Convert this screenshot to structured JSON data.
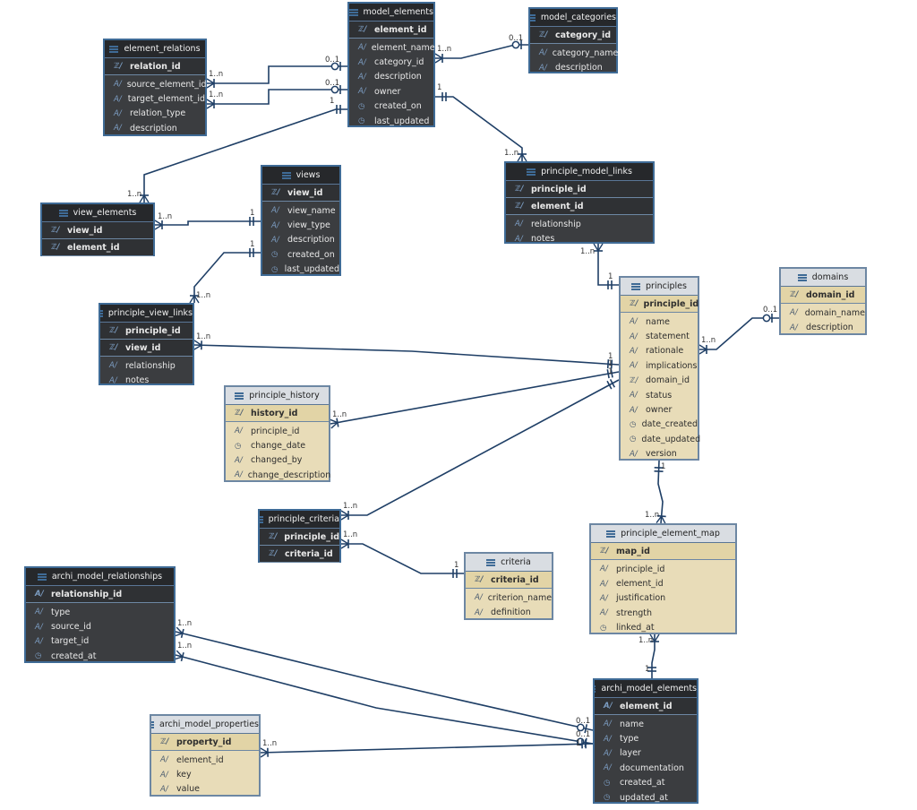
{
  "entities": [
    {
      "key": "model_elements",
      "title": "model_elements",
      "theme": "dark",
      "pk": {
        "glyph": "ℤ/",
        "label": "element_id"
      },
      "fields": [
        {
          "glyph": "A/",
          "label": "element_name"
        },
        {
          "glyph": "A/",
          "label": "category_id"
        },
        {
          "glyph": "A/",
          "label": "description"
        },
        {
          "glyph": "A/",
          "label": "owner"
        },
        {
          "glyph": "◷",
          "label": "created_on"
        },
        {
          "glyph": "◷",
          "label": "last_updated"
        }
      ]
    },
    {
      "key": "model_categories",
      "title": "model_categories",
      "theme": "dark",
      "pk": {
        "glyph": "ℤ/",
        "label": "category_id"
      },
      "fields": [
        {
          "glyph": "A/",
          "label": "category_name"
        },
        {
          "glyph": "A/",
          "label": "description"
        }
      ]
    },
    {
      "key": "element_relations",
      "title": "element_relations",
      "theme": "dark",
      "pk": {
        "glyph": "ℤ/",
        "label": "relation_id"
      },
      "fields": [
        {
          "glyph": "A/",
          "label": "source_element_id"
        },
        {
          "glyph": "A/",
          "label": "target_element_id"
        },
        {
          "glyph": "A/",
          "label": "relation_type"
        },
        {
          "glyph": "A/",
          "label": "description"
        }
      ]
    },
    {
      "key": "views",
      "title": "views",
      "theme": "dark",
      "pk": {
        "glyph": "ℤ/",
        "label": "view_id"
      },
      "fields": [
        {
          "glyph": "A/",
          "label": "view_name"
        },
        {
          "glyph": "A/",
          "label": "view_type"
        },
        {
          "glyph": "A/",
          "label": "description"
        },
        {
          "glyph": "◷",
          "label": "created_on"
        },
        {
          "glyph": "◷",
          "label": "last_updated"
        }
      ]
    },
    {
      "key": "principle_model_links",
      "title": "principle_model_links",
      "theme": "dark",
      "pk": {
        "glyph": "ℤ/",
        "label": "principle_id"
      },
      "pk2": {
        "glyph": "ℤ/",
        "label": "element_id"
      },
      "fields": [
        {
          "glyph": "A/",
          "label": "relationship"
        },
        {
          "glyph": "A/",
          "label": "notes"
        }
      ]
    },
    {
      "key": "view_elements",
      "title": "view_elements",
      "theme": "dark",
      "pk": {
        "glyph": "ℤ/",
        "label": "view_id"
      },
      "pk2": {
        "glyph": "ℤ/",
        "label": "element_id"
      },
      "fields": []
    },
    {
      "key": "principle_view_links",
      "title": "principle_view_links",
      "theme": "dark",
      "pk": {
        "glyph": "ℤ/",
        "label": "principle_id"
      },
      "pk2": {
        "glyph": "ℤ/",
        "label": "view_id"
      },
      "fields": [
        {
          "glyph": "A/",
          "label": "relationship"
        },
        {
          "glyph": "A/",
          "label": "notes"
        }
      ]
    },
    {
      "key": "principles",
      "title": "principles",
      "theme": "light",
      "pk": {
        "glyph": "ℤ/",
        "label": "principle_id"
      },
      "fields": [
        {
          "glyph": "A/",
          "label": "name"
        },
        {
          "glyph": "A/",
          "label": "statement"
        },
        {
          "glyph": "A/",
          "label": "rationale"
        },
        {
          "glyph": "A/",
          "label": "implications"
        },
        {
          "glyph": "ℤ/",
          "label": "domain_id"
        },
        {
          "glyph": "A/",
          "label": "status"
        },
        {
          "glyph": "A/",
          "label": "owner"
        },
        {
          "glyph": "◷",
          "label": "date_created"
        },
        {
          "glyph": "◷",
          "label": "date_updated"
        },
        {
          "glyph": "A/",
          "label": "version"
        }
      ]
    },
    {
      "key": "domains",
      "title": "domains",
      "theme": "light",
      "pk": {
        "glyph": "ℤ/",
        "label": "domain_id"
      },
      "fields": [
        {
          "glyph": "A/",
          "label": "domain_name"
        },
        {
          "glyph": "A/",
          "label": "description"
        }
      ]
    },
    {
      "key": "principle_history",
      "title": "principle_history",
      "theme": "light",
      "pk": {
        "glyph": "ℤ/",
        "label": "history_id"
      },
      "fields": [
        {
          "glyph": "A/",
          "label": "principle_id"
        },
        {
          "glyph": "◷",
          "label": "change_date"
        },
        {
          "glyph": "A/",
          "label": "changed_by"
        },
        {
          "glyph": "A/",
          "label": "change_description"
        }
      ]
    },
    {
      "key": "principle_criteria",
      "title": "principle_criteria",
      "theme": "dark",
      "pk": {
        "glyph": "ℤ/",
        "label": "principle_id"
      },
      "pk2": {
        "glyph": "ℤ/",
        "label": "criteria_id"
      },
      "fields": []
    },
    {
      "key": "criteria",
      "title": "criteria",
      "theme": "light",
      "pk": {
        "glyph": "ℤ/",
        "label": "criteria_id"
      },
      "fields": [
        {
          "glyph": "A/",
          "label": "criterion_name"
        },
        {
          "glyph": "A/",
          "label": "definition"
        }
      ]
    },
    {
      "key": "principle_element_map",
      "title": "principle_element_map",
      "theme": "light",
      "pk": {
        "glyph": "ℤ/",
        "label": "map_id"
      },
      "fields": [
        {
          "glyph": "A/",
          "label": "principle_id"
        },
        {
          "glyph": "A/",
          "label": "element_id"
        },
        {
          "glyph": "A/",
          "label": "justification"
        },
        {
          "glyph": "A/",
          "label": "strength"
        },
        {
          "glyph": "◷",
          "label": "linked_at"
        }
      ]
    },
    {
      "key": "archi_model_relationships",
      "title": "archi_model_relationships",
      "theme": "dark",
      "pk": {
        "glyph": "A/",
        "label": "relationship_id"
      },
      "fields": [
        {
          "glyph": "A/",
          "label": "type"
        },
        {
          "glyph": "A/",
          "label": "source_id"
        },
        {
          "glyph": "A/",
          "label": "target_id"
        },
        {
          "glyph": "◷",
          "label": "created_at"
        }
      ]
    },
    {
      "key": "archi_model_elements",
      "title": "archi_model_elements",
      "theme": "dark",
      "pk": {
        "glyph": "A/",
        "label": "element_id"
      },
      "fields": [
        {
          "glyph": "A/",
          "label": "name"
        },
        {
          "glyph": "A/",
          "label": "type"
        },
        {
          "glyph": "A/",
          "label": "layer"
        },
        {
          "glyph": "A/",
          "label": "documentation"
        },
        {
          "glyph": "◷",
          "label": "created_at"
        },
        {
          "glyph": "◷",
          "label": "updated_at"
        }
      ]
    },
    {
      "key": "archi_model_properties",
      "title": "archi_model_properties",
      "theme": "light",
      "pk": {
        "glyph": "ℤ/",
        "label": "property_id"
      },
      "fields": [
        {
          "glyph": "A/",
          "label": "element_id"
        },
        {
          "glyph": "A/",
          "label": "key"
        },
        {
          "glyph": "A/",
          "label": "value"
        }
      ]
    }
  ],
  "relationships": [
    {
      "from": "element_relations",
      "to": "model_elements",
      "from_card": "1..n",
      "to_card": "0..1"
    },
    {
      "from": "element_relations",
      "to": "model_elements",
      "from_card": "1..n",
      "to_card": "0..1"
    },
    {
      "from": "model_elements",
      "to": "model_categories",
      "from_card": "1..n",
      "to_card": "0..1"
    },
    {
      "from": "view_elements",
      "to": "model_elements",
      "from_card": "1..n",
      "to_card": "1"
    },
    {
      "from": "model_elements",
      "to": "principle_model_links",
      "from_card": "1",
      "to_card": "1..n"
    },
    {
      "from": "view_elements",
      "to": "views",
      "from_card": "1..n",
      "to_card": "1"
    },
    {
      "from": "principle_model_links",
      "to": "principles",
      "from_card": "1..n",
      "to_card": "1"
    },
    {
      "from": "principle_view_links",
      "to": "views",
      "from_card": "1..n",
      "to_card": "1"
    },
    {
      "from": "principle_view_links",
      "to": "principles",
      "from_card": "1..n",
      "to_card": "1"
    },
    {
      "from": "principles",
      "to": "domains",
      "from_card": "1..n",
      "to_card": "0..1"
    },
    {
      "from": "principle_history",
      "to": "principles",
      "from_card": "1..n",
      "to_card": "1"
    },
    {
      "from": "principle_criteria",
      "to": "principles",
      "from_card": "1..n",
      "to_card": "1"
    },
    {
      "from": "principle_criteria",
      "to": "criteria",
      "from_card": "1..n",
      "to_card": "1"
    },
    {
      "from": "principle_element_map",
      "to": "principles",
      "from_card": "1..n",
      "to_card": "1"
    },
    {
      "from": "principle_element_map",
      "to": "archi_model_elements",
      "from_card": "1..n",
      "to_card": "1"
    },
    {
      "from": "archi_model_relationships",
      "to": "archi_model_elements",
      "from_card": "1..n",
      "to_card": "0..1"
    },
    {
      "from": "archi_model_relationships",
      "to": "archi_model_elements",
      "from_card": "1..n",
      "to_card": "0..1"
    },
    {
      "from": "archi_model_properties",
      "to": "archi_model_elements",
      "from_card": "1..n",
      "to_card": "1"
    }
  ],
  "colors": {
    "dark_box": "#3b3d40",
    "light_box": "#e8dcb8",
    "border": "#3f6b96",
    "line": "#1f3f66"
  }
}
